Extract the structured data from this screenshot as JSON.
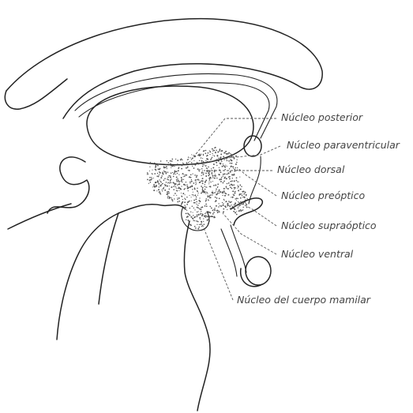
{
  "labels": {
    "posterior": "Núcleo posterior",
    "paraventricular": "Núcleo paraventricular",
    "dorsal": "Núcleo dorsal",
    "preoptico": "Núcleo preóptico",
    "supraoptico": "Núcleo supraóptico",
    "ventral": "Núcleo ventral",
    "mamilar": "Núcleo del cuerpo mamilar"
  },
  "colors": {
    "line": "#222222",
    "label": "#444444",
    "stipple": "#555555"
  }
}
